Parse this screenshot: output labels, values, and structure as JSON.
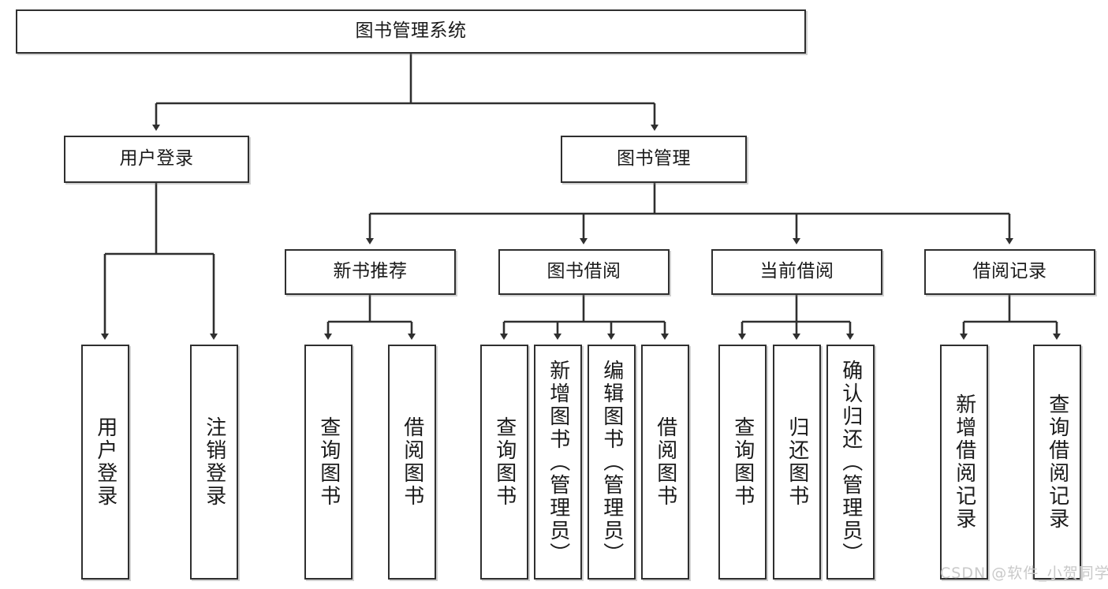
{
  "diagram": {
    "title": "图书管理系统",
    "watermark": "CSDN @软件_小贺同学",
    "colors": {
      "box_border": "#2f2f2f",
      "box_fill": "#ffffff",
      "edge": "#2f2f2f",
      "text": "#1a1a1a",
      "watermark": "#c9c9c9"
    },
    "root": {
      "label": "图书管理系统"
    },
    "level2": [
      {
        "label": "用户登录"
      },
      {
        "label": "图书管理"
      }
    ],
    "level3": [
      {
        "label": "新书推荐"
      },
      {
        "label": "图书借阅"
      },
      {
        "label": "当前借阅"
      },
      {
        "label": "借阅记录"
      }
    ],
    "leaves": {
      "user_login": [
        {
          "label": "用户登录"
        },
        {
          "label": "注销登录"
        }
      ],
      "new_book_recommend": [
        {
          "label": "查询图书"
        },
        {
          "label": "借阅图书"
        }
      ],
      "book_borrow": [
        {
          "label": "查询图书"
        },
        {
          "label": "新增图书（管理员）"
        },
        {
          "label": "编辑图书（管理员）"
        },
        {
          "label": "借阅图书"
        }
      ],
      "current_borrow": [
        {
          "label": "查询图书"
        },
        {
          "label": "归还图书"
        },
        {
          "label": "确认归还（管理员）"
        }
      ],
      "borrow_record": [
        {
          "label": "新增借阅记录"
        },
        {
          "label": "查询借阅记录"
        }
      ]
    }
  }
}
